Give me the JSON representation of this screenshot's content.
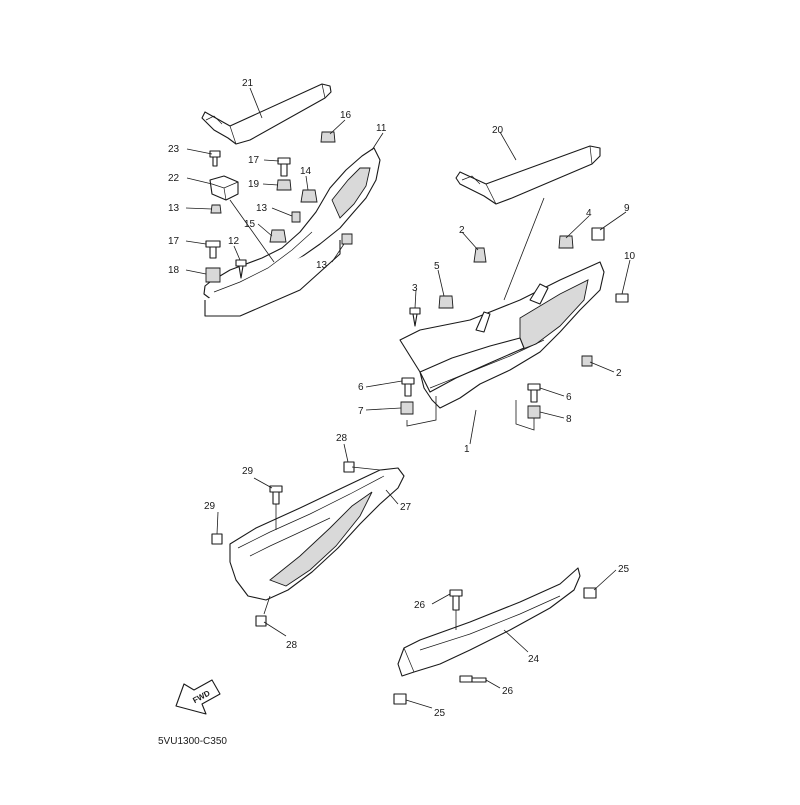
{
  "diagram": {
    "drawing_code": "5VU1300-C350",
    "fwd_label": "FWD",
    "callouts": {
      "c1": "1",
      "c2a": "2",
      "c2b": "2",
      "c3": "3",
      "c4": "4",
      "c5": "5",
      "c6a": "6",
      "c6b": "6",
      "c7": "7",
      "c8": "8",
      "c9": "9",
      "c10": "10",
      "c11": "11",
      "c12": "12",
      "c13a": "13",
      "c13b": "13",
      "c13c": "13",
      "c14": "14",
      "c15": "15",
      "c16": "16",
      "c17a": "17",
      "c17b": "17",
      "c18": "18",
      "c19": "19",
      "c20": "20",
      "c21": "21",
      "c22": "22",
      "c23": "23",
      "c24": "24",
      "c25a": "25",
      "c25b": "25",
      "c26a": "26",
      "c26b": "26",
      "c27": "27",
      "c28a": "28",
      "c28b": "28",
      "c29a": "29",
      "c29b": "29"
    }
  }
}
